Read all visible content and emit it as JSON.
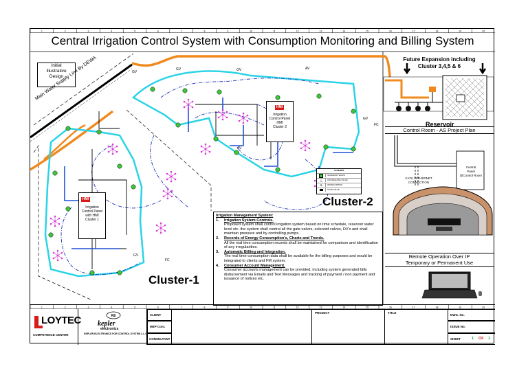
{
  "title": "Central Irrigation Control System with Consumption Monitoring and Billing System",
  "initial_box": [
    "Initial",
    "Illustrative",
    "Design"
  ],
  "main_water_line": "Main Water Supply Line By DEWA",
  "cluster_labels": {
    "cluster1": "Cluster-1",
    "cluster2": "Cluster-2"
  },
  "panel1": {
    "badge": "HMI",
    "lines": [
      "Irrigation",
      "Control Panel",
      "with HMI",
      "Cluster 1"
    ]
  },
  "panel2": {
    "badge": "HMI",
    "lines": [
      "Irrigation",
      "Control Panel",
      "HMI",
      "Cluster 2"
    ]
  },
  "valve_labels": {
    "gv": "GV",
    "av": "AV",
    "fc": "FC"
  },
  "future": {
    "line1": "Future Expansion including",
    "line2": "Cluster 3,4,5 & 6"
  },
  "reservoir": "Reservoir",
  "control_room_label": "Control Room - AS Project Plan",
  "right_panel": {
    "lines": [
      "Central",
      "Panel",
      "@Control Room"
    ]
  },
  "cat6_label": [
    "CAT6 / ETHERNET",
    "CONNECTION"
  ],
  "remote_op": {
    "line1": "Remote Operation Over IP",
    "line2": "Temporary or Permanent Use"
  },
  "legend": {
    "title": "LEGENDS",
    "items": [
      "SOLENOID VALVE",
      "AIR RELEASE VALVE",
      "WATER METER",
      "GATE VALVE"
    ]
  },
  "notes": {
    "heading": "Irrigation Management System:",
    "items": [
      {
        "num": "1.",
        "head": "Irrigation System Controls.",
        "body": "Proposed system shall control irrigation system based on time schedule, reservoir water level etc. the system shall control all the gate valves, solenoid valves, DV's and shall maintain pressure and by controlling pumps."
      },
      {
        "num": "2.",
        "head": "Records of Energy Consumption's, Charts and Trends.",
        "body": "All the real time consumption records shall be maintained for comparison and identification of any irregularities."
      },
      {
        "num": "3.",
        "head": "Automatic Billing and Integration.",
        "body": "The real time consumption data shall be available for the billing purposes and would be integrated to clients and FM system."
      },
      {
        "num": "4.",
        "head": "Consumer Account Management.",
        "body": "Consumer accounts management can be provided, including system generated bills disbursement via Emails and Text Messages and tracking of payment / non payment and issuance of notices etc."
      }
    ]
  },
  "title_block": {
    "brand": "LOYTEC",
    "brand_sub": "COMPETENCE CENTER",
    "kepler": "kepler",
    "kepler_sub": "electronics",
    "kepler_co": "KEPLER ELECTRONICS FOR CONTROL SYSTEM L.L.C",
    "client": "CLIENT",
    "mep": "MEP Cont.",
    "consultant": "CONSULTANT",
    "project": "PROJECT",
    "title": "TITLE",
    "dwg": "DWG. No.",
    "issue": "ISSUE No.",
    "sheet": "SHEET",
    "sheet_no": "1",
    "of": "OF",
    "sheet_total": "1"
  },
  "ruler_numbers": [
    "1",
    "2",
    "3",
    "4",
    "5",
    "6",
    "7",
    "8",
    "9",
    "10",
    "11",
    "12",
    "13",
    "14",
    "15",
    "16",
    "17",
    "18",
    "19",
    "20"
  ],
  "colors": {
    "water_main": "#f08a1c",
    "loop": "#2ad3e6",
    "lateral": "#1f4fd6",
    "comm": "#1c2fb0",
    "node": "#3cc83c",
    "sprinkler": "#d33ad3",
    "badge": "#d41c1c"
  }
}
